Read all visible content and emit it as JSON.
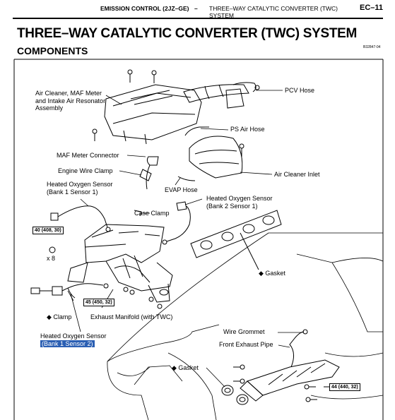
{
  "header": {
    "section": "EMISSION CONTROL (2JZ–GE)",
    "dash": "–",
    "topic_line1": "THREE–WAY CATALYTIC CONVERTER (TWC)",
    "topic_line2": "SYSTEM",
    "page": "EC–11"
  },
  "title": "THREE–WAY CATALYTIC CONVERTER (TWC) SYSTEM",
  "subtitle": "COMPONENTS",
  "figure_code": "B32847-04",
  "labels": {
    "air_cleaner_1": "Air Cleaner, MAF Meter",
    "air_cleaner_2": "and Intake Air Resonator",
    "air_cleaner_3": "Assembly",
    "pcv_hose": "PCV Hose",
    "ps_air_hose": "PS Air Hose",
    "maf_connector": "MAF Meter Connector",
    "engine_wire_clamp": "Engine Wire Clamp",
    "air_cleaner_inlet": "Air Cleaner Inlet",
    "ho2s_b1s1_1": "Heated Oxygen Sensor",
    "ho2s_b1s1_2": "(Bank 1 Sensor 1)",
    "evap_hose": "EVAP Hose",
    "ho2s_b2s1_1": "Heated Oxygen Sensor",
    "ho2s_b2s1_2": "(Bank 2 Sensor 1)",
    "case_clamp": "Case Clamp",
    "torque_nut": "40 (408, 30)",
    "times8": "x 8",
    "gasket_upper": "◆ Gasket",
    "clamp": "◆ Clamp",
    "torque_manifold": "45 (450, 32)",
    "exhaust_manifold": "Exhaust Manifold (with TWC)",
    "ho2s_b1s2_1": "Heated Oxygen Sensor",
    "ho2s_b1s2_2": "(Bank 1 Sensor 2)",
    "wire_grommet": "Wire Grommet",
    "front_exhaust_pipe": "Front Exhaust Pipe",
    "gasket_lower": "◆ Gasket",
    "torque_pipe": "44 (440, 32)"
  }
}
